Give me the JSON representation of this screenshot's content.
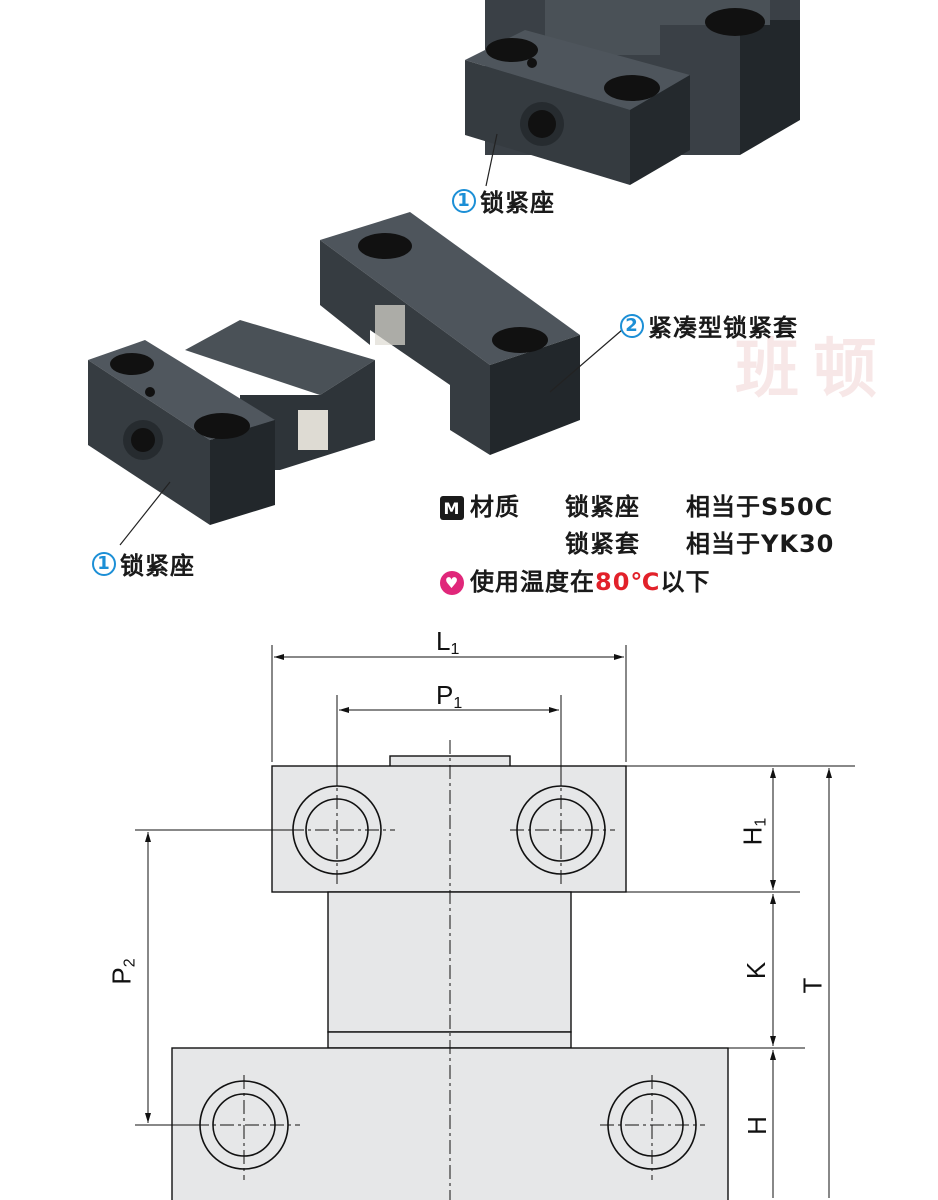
{
  "callouts": {
    "lock_base_top": {
      "num": "1",
      "label": "锁紧座"
    },
    "lock_sleeve": {
      "num": "2",
      "label": "紧凑型锁紧套"
    },
    "lock_base_bottom": {
      "num": "1",
      "label": "锁紧座"
    }
  },
  "watermark": {
    "text": "班顿"
  },
  "specs": {
    "material_badge": "M",
    "material_label": "材质",
    "row1_part": "锁紧座",
    "row1_value": "相当于S50C",
    "row2_part": "锁紧套",
    "row2_value": "相当于YK30",
    "temp_badge": "♥",
    "temp_prefix": "使用温度在",
    "temp_value": "80℃",
    "temp_suffix": "以下"
  },
  "dimensions": {
    "L1": {
      "main": "L",
      "sub": "1"
    },
    "P1": {
      "main": "P",
      "sub": "1"
    },
    "P2": {
      "main": "P",
      "sub": "2"
    },
    "H1": {
      "main": "H",
      "sub": "1"
    },
    "K": {
      "main": "K"
    },
    "T": {
      "main": "T"
    },
    "H": {
      "main": "H"
    }
  },
  "colors": {
    "callout_number": "#1c8fd6",
    "temp_value": "#e2212a",
    "temp_badge": "#e0277a",
    "part_fill": "#e6e7e8",
    "block_dark": "#2d3237"
  }
}
